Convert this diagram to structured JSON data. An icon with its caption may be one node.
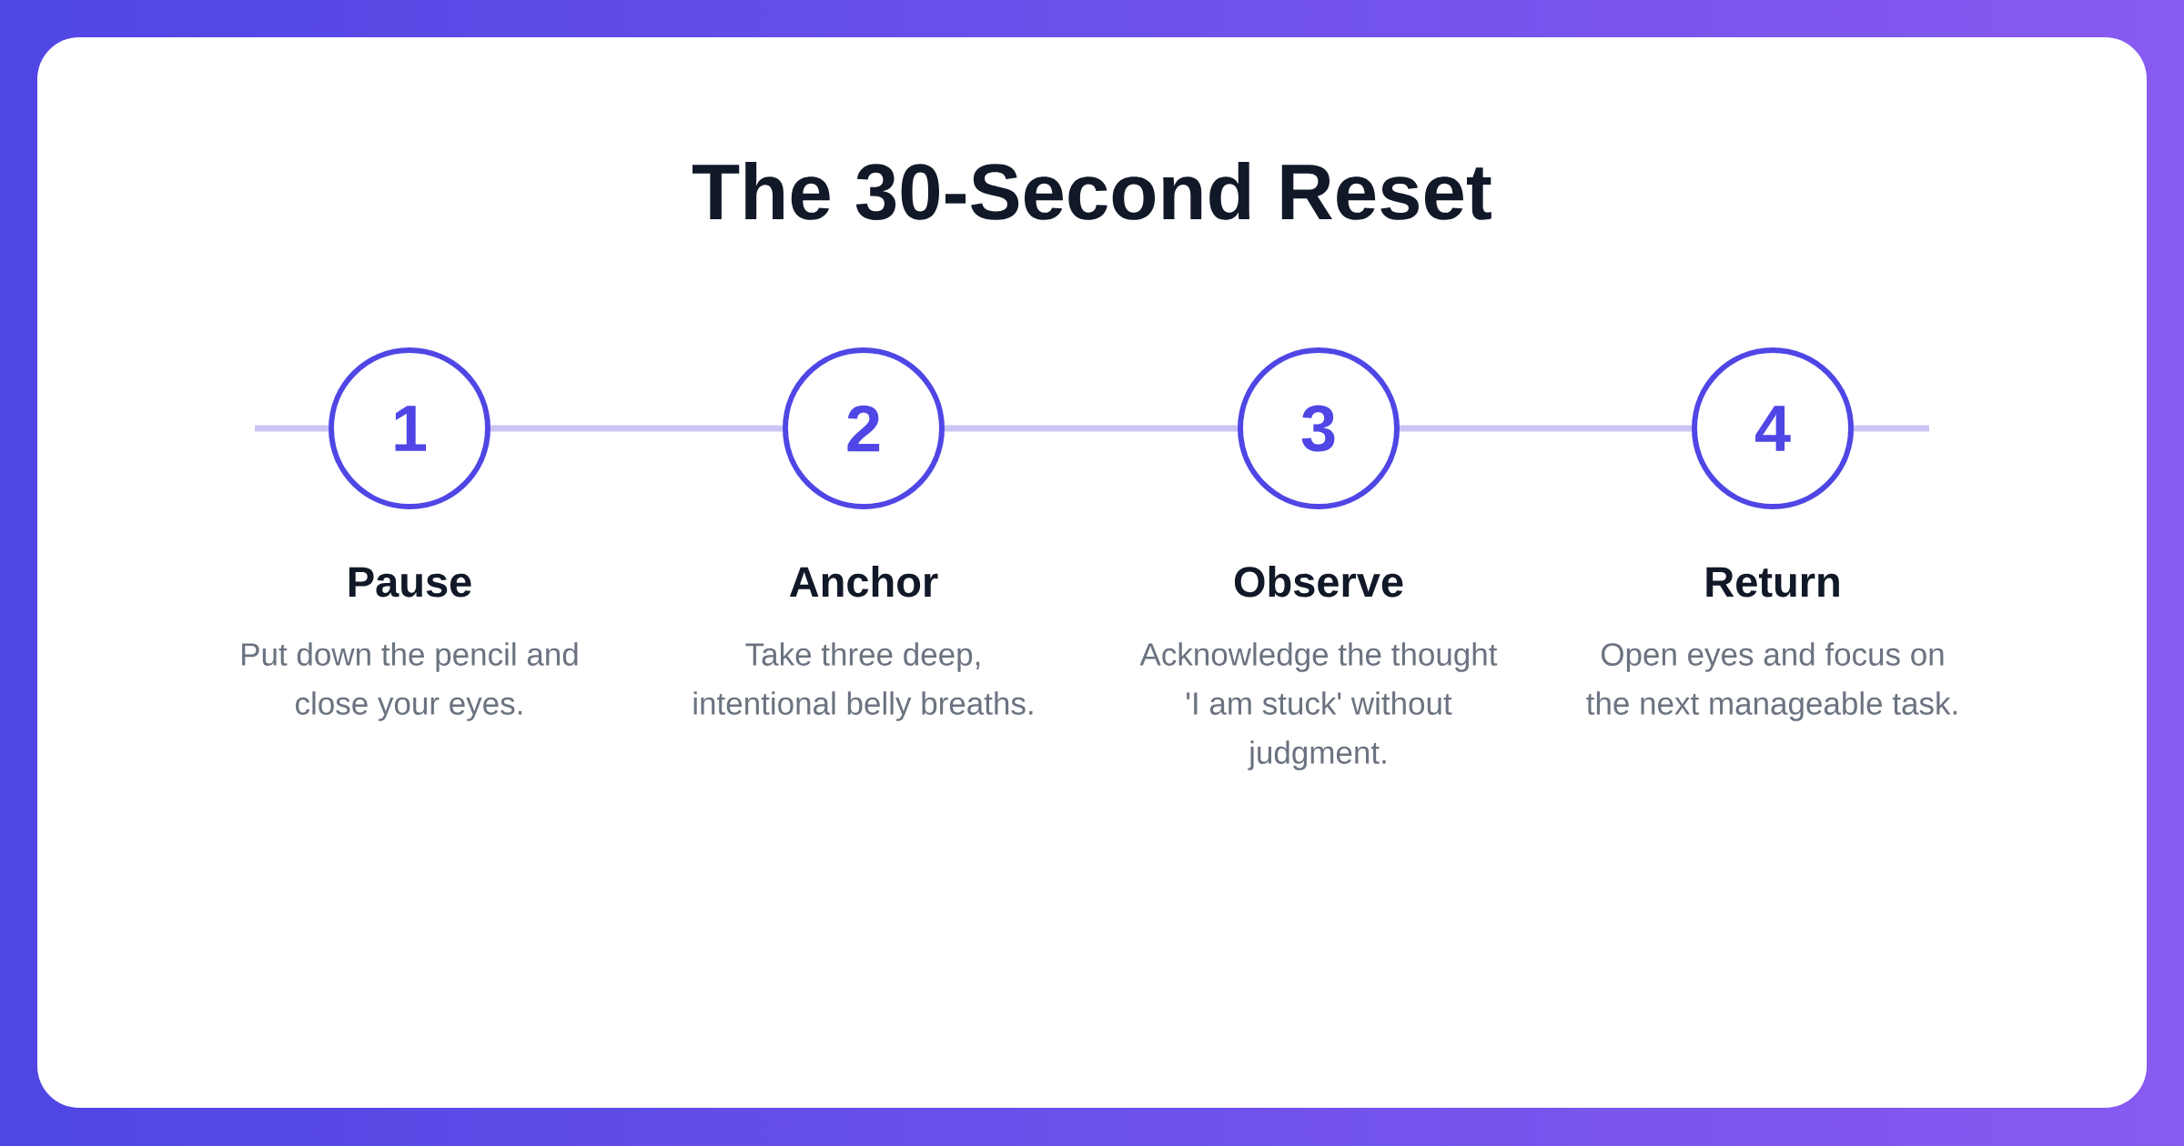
{
  "diagram": {
    "title": "The 30-Second Reset",
    "nodes": [
      {
        "text": [
          "1"
        ],
        "beside": [
          "Pause",
          "Put down the pencil and close your eyes."
        ]
      },
      {
        "text": [
          "2"
        ],
        "beside": [
          "Anchor",
          "Take three deep, intentional belly breaths."
        ]
      },
      {
        "text": [
          "3"
        ],
        "beside": [
          "Observe",
          "Acknowledge the thought 'I am stuck' without judgment."
        ]
      },
      {
        "text": [
          "4"
        ],
        "beside": [
          "Return",
          "Open eyes and focus on the next manageable task."
        ]
      }
    ],
    "edges": [
      {
        "from": null,
        "to": 0,
        "arrow": "none"
      },
      {
        "from": 0,
        "to": 1,
        "arrow": "none"
      },
      {
        "from": 1,
        "to": 2,
        "arrow": "none"
      },
      {
        "from": 2,
        "to": 3,
        "arrow": "none"
      },
      {
        "from": 3,
        "to": null,
        "arrow": "none"
      }
    ]
  }
}
